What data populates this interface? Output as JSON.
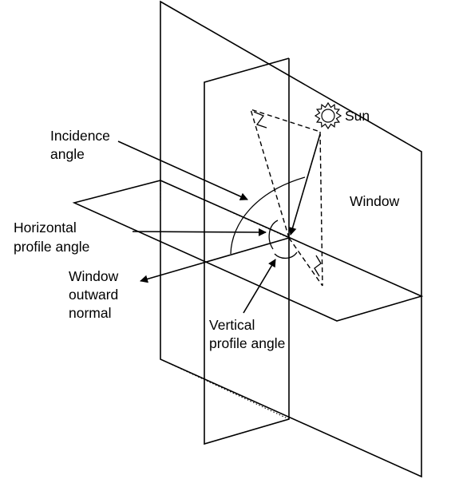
{
  "labels": {
    "sun": "Sun",
    "window": "Window",
    "incidence_line1": "Incidence",
    "incidence_line2": "angle",
    "horizontal_line1": "Horizontal",
    "horizontal_line2": "profile angle",
    "normal_line1": "Window",
    "normal_line2": "outward",
    "normal_line3": "normal",
    "vertical_line1": "Vertical",
    "vertical_line2": "profile angle"
  },
  "icons": {
    "sun": "sun-icon"
  },
  "colors": {
    "stroke": "#000000",
    "background": "#ffffff"
  }
}
